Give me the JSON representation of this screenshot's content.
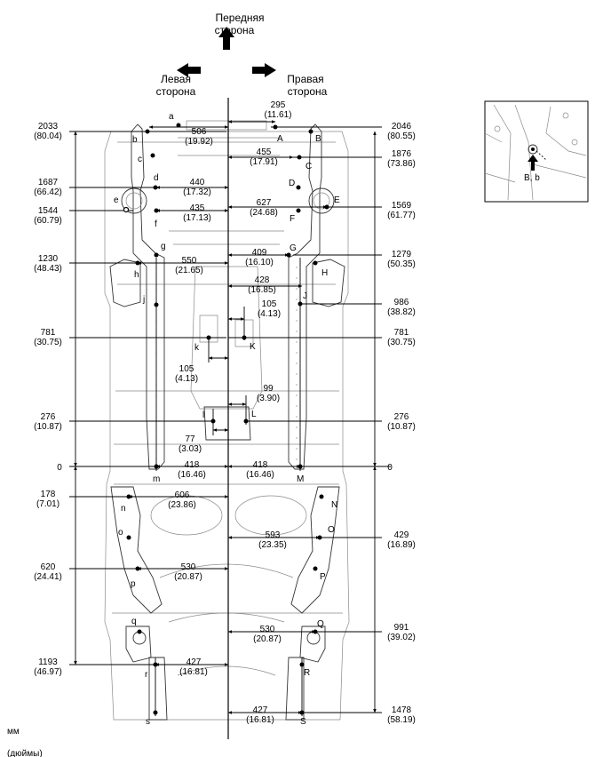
{
  "header": {
    "front_line1": "Передняя",
    "front_line2": "сторона",
    "left_line1": "Левая",
    "left_line2": "сторона",
    "right_line1": "Правая",
    "right_line2": "сторона"
  },
  "units": {
    "mm": "мм",
    "inches": "(дюймы)"
  },
  "left_heights": [
    {
      "mm": "2033",
      "in": "(80.04)"
    },
    {
      "mm": "1687",
      "in": "(66.42)"
    },
    {
      "mm": "1544",
      "in": "(60.79)"
    },
    {
      "mm": "1230",
      "in": "(48.43)"
    },
    {
      "mm": "781",
      "in": "(30.75)"
    },
    {
      "mm": "276",
      "in": "(10.87)"
    },
    {
      "mm": "0",
      "in": ""
    },
    {
      "mm": "178",
      "in": "(7.01)"
    },
    {
      "mm": "620",
      "in": "(24.41)"
    },
    {
      "mm": "1193",
      "in": "(46.97)"
    }
  ],
  "right_heights": [
    {
      "mm": "2046",
      "in": "(80.55)"
    },
    {
      "mm": "1876",
      "in": "(73.86)"
    },
    {
      "mm": "1569",
      "in": "(61.77)"
    },
    {
      "mm": "1279",
      "in": "(50.35)"
    },
    {
      "mm": "986",
      "in": "(38.82)"
    },
    {
      "mm": "781",
      "in": "(30.75)"
    },
    {
      "mm": "276",
      "in": "(10.87)"
    },
    {
      "mm": "0",
      "in": ""
    },
    {
      "mm": "429",
      "in": "(16.89)"
    },
    {
      "mm": "991",
      "in": "(39.02)"
    },
    {
      "mm": "1478",
      "in": "(58.19)"
    }
  ],
  "widths": [
    {
      "mm": "295",
      "in": "(11.61)"
    },
    {
      "mm": "506",
      "in": "(19.92)"
    },
    {
      "mm": "455",
      "in": "(17.91)"
    },
    {
      "mm": "440",
      "in": "(17.32)"
    },
    {
      "mm": "435",
      "in": "(17.13)"
    },
    {
      "mm": "627",
      "in": "(24.68)"
    },
    {
      "mm": "409",
      "in": "(16.10)"
    },
    {
      "mm": "550",
      "in": "(21.65)"
    },
    {
      "mm": "428",
      "in": "(16.85)"
    },
    {
      "mm": "105",
      "in": "(4.13)"
    },
    {
      "mm": "105",
      "in": "(4.13)"
    },
    {
      "mm": "99",
      "in": "(3.90)"
    },
    {
      "mm": "77",
      "in": "(3.03)"
    },
    {
      "mm": "418",
      "in": "(16.46)"
    },
    {
      "mm": "418",
      "in": "(16.46)"
    },
    {
      "mm": "606",
      "in": "(23.86)"
    },
    {
      "mm": "593",
      "in": "(23.35)"
    },
    {
      "mm": "530",
      "in": "(20.87)"
    },
    {
      "mm": "530",
      "in": "(20.87)"
    },
    {
      "mm": "427",
      "in": "(16.81)"
    },
    {
      "mm": "427",
      "in": "(16.81)"
    }
  ],
  "points_left": [
    "a",
    "b",
    "c",
    "d",
    "e",
    "f",
    "g",
    "h",
    "j",
    "k",
    "l",
    "m",
    "n",
    "o",
    "p",
    "q",
    "r",
    "s"
  ],
  "points_right": [
    "A",
    "B",
    "C",
    "D",
    "E",
    "F",
    "G",
    "H",
    "J",
    "K",
    "L",
    "M",
    "N",
    "O",
    "P",
    "Q",
    "R",
    "S"
  ],
  "inset": {
    "label": "B, b"
  }
}
